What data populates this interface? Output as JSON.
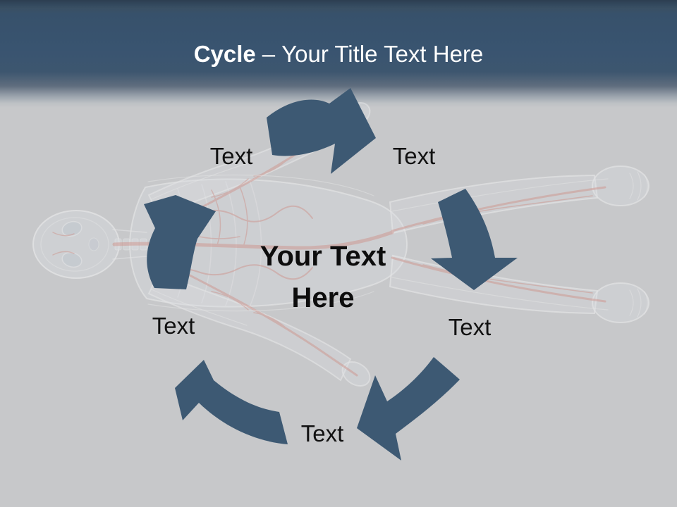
{
  "slide": {
    "title": {
      "prefix": "Cycle",
      "separator": "–",
      "text": "Your Title Text Here"
    },
    "diagram": {
      "type": "cycle",
      "direction": "clockwise",
      "center_label": {
        "line1": "Your Text",
        "line2": "Here"
      },
      "nodes": [
        {
          "id": "top-left",
          "label": "Text"
        },
        {
          "id": "top-right",
          "label": "Text"
        },
        {
          "id": "right",
          "label": "Text"
        },
        {
          "id": "bottom",
          "label": "Text"
        },
        {
          "id": "left",
          "label": "Text"
        }
      ],
      "arrows": [
        {
          "name": "cycle-arrow-top",
          "points": "right"
        },
        {
          "name": "cycle-arrow-right",
          "points": "down"
        },
        {
          "name": "cycle-arrow-bottom-right",
          "points": "down-left"
        },
        {
          "name": "cycle-arrow-bottom-left",
          "points": "up-left"
        },
        {
          "name": "cycle-arrow-left",
          "points": "up"
        }
      ],
      "arrow_color": "#3d5973"
    },
    "colors": {
      "header_top": "#2c3e51",
      "header": "#37516b",
      "background": "#c7c8ca",
      "title_text": "#ffffff",
      "label_text": "#111111",
      "vessel_red": "#d4604f"
    },
    "background_art": "x-ray human body with vascular system, lying horizontally, head at left"
  }
}
